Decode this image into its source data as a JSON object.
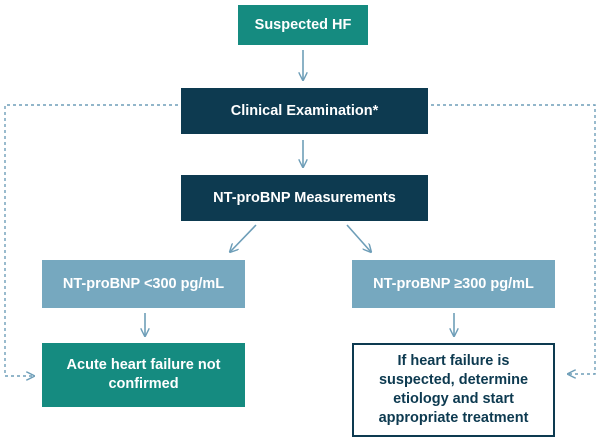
{
  "nodes": {
    "suspected": {
      "label": "Suspected HF",
      "color": "#158b80"
    },
    "clinical": {
      "label": "Clinical Examination*",
      "color": "#0d3a50"
    },
    "ntprobnp": {
      "label": "NT-proBNP Measurements",
      "color": "#0d3a50"
    },
    "low": {
      "label": "NT-proBNP <300 pg/mL",
      "color": "#76a8bf"
    },
    "high": {
      "label": "NT-proBNP ≥300 pg/mL",
      "color": "#76a8bf"
    },
    "not_confirmed": {
      "label": "Acute heart failure not confirmed",
      "color": "#158b80"
    },
    "treatment": {
      "label": "If heart failure is suspected, determine etiology and start appropriate treatment",
      "color": "#0d3a50"
    }
  },
  "connector_color": "#6e9eb8"
}
